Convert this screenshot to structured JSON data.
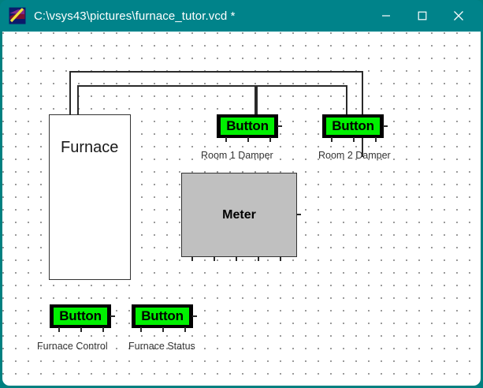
{
  "window": {
    "title": "C:\\vsys43\\pictures\\furnace_tutor.vcd *",
    "icon_name": "app-palette-icon",
    "accent_color": "#00838a",
    "canvas_background": "#ffffff",
    "grid_dot_color": "#808080",
    "controls": {
      "minimize_label": "Minimize",
      "maximize_label": "Maximize",
      "close_label": "Close"
    }
  },
  "schematic": {
    "blocks": [
      {
        "id": "furnace",
        "label": "Furnace",
        "fill": "#ffffff",
        "border": "#333333"
      },
      {
        "id": "meter",
        "label": "Meter",
        "fill": "#c0c0c0",
        "border": "#333333"
      }
    ],
    "buttons": [
      {
        "id": "room1-damper",
        "label": "Button",
        "net_label": "Room 1 Damper",
        "face_color": "#00f000",
        "body_color": "#000000"
      },
      {
        "id": "room2-damper",
        "label": "Button",
        "net_label": "Room 2 Damper",
        "face_color": "#00f000",
        "body_color": "#000000"
      },
      {
        "id": "furnace-control",
        "label": "Button",
        "net_label": "Furnace Control",
        "face_color": "#00f000",
        "body_color": "#000000"
      },
      {
        "id": "furnace-status",
        "label": "Button",
        "net_label": "Furnace Status",
        "face_color": "#00f000",
        "body_color": "#000000"
      }
    ],
    "wire_color": "#2a2a2a"
  }
}
